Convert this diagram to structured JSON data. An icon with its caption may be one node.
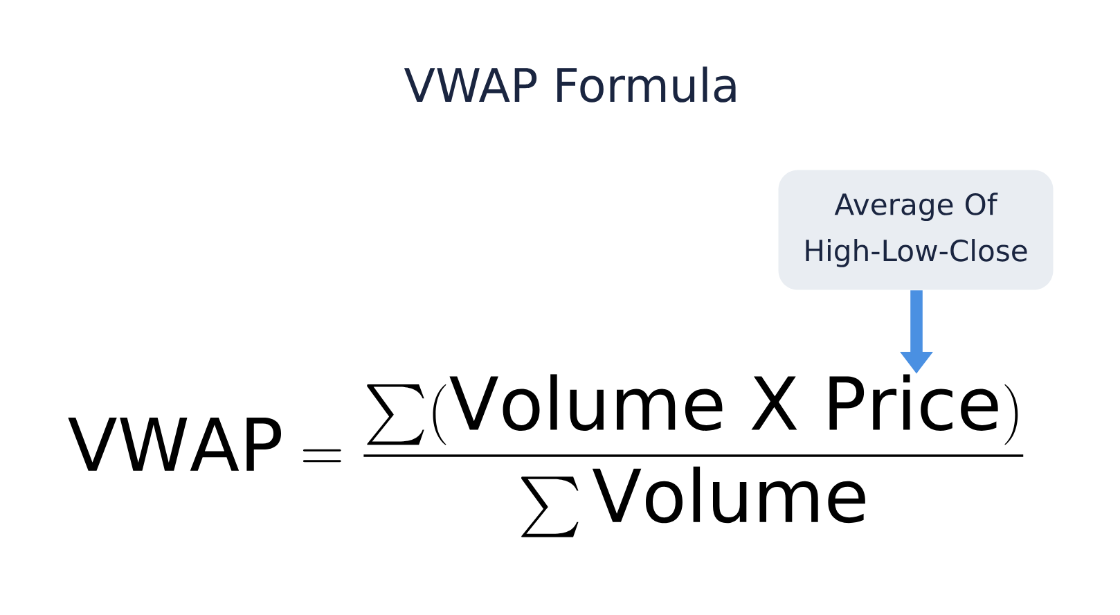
{
  "diagram": {
    "title": "VWAP Formula",
    "nodes": [
      {
        "text": [
          "Average Of High-Low-Close"
        ]
      },
      {
        "text": [
          "\\mathrm{VWAP} = \\frac{\\sum (\\mathrm{Volume\\ X\\ Price})}{\\sum \\mathrm{Volume}}"
        ]
      }
    ],
    "edges": [
      {
        "from": 0,
        "to": 1,
        "arrow": "to",
        "color": "#4a90e2"
      }
    ]
  }
}
